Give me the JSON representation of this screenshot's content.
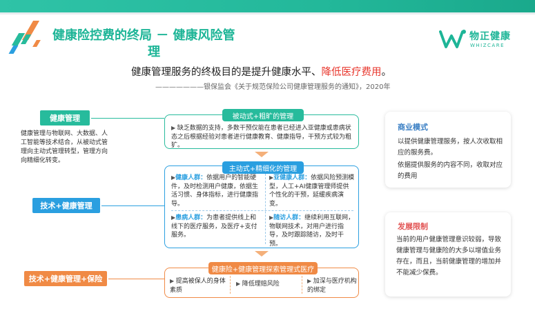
{
  "header": {
    "title": "健康险控费的终局 － 健康风险管理",
    "title_line1": "健康险控费的终局 － 健康风险管",
    "title_line2": "理",
    "brand_cn": "物正健康",
    "brand_en": "WHIZCARE"
  },
  "intro": {
    "subtitle_prefix": "健康管理服务的终极目的是提升健康水平、",
    "subtitle_highlight": "降低医疗费用",
    "subtitle_suffix": "。",
    "citation": "———————银保监会《关于规范保险公司健康管理服务的通知》，2020年"
  },
  "left": {
    "label1": "健康管理",
    "desc": "健康管理与物联网、大数据、人工智能等技术结合，从被动式管理向主动式管理转型，管理方向向精细化转变。",
    "label2": "技术+健康管理",
    "label3": "技术+健康管理+保险"
  },
  "stage1": {
    "head": "被动式+粗旷的管理",
    "text": "缺乏数据的支持，多数干预仅能在患者已经进入亚健康或患病状态之后根据经验对患者进行健康教育、健康指导，干预方式较为粗犷。"
  },
  "stage2": {
    "head": "主动式+精细化的管理",
    "items": [
      {
        "key": "健康人群：",
        "text": "依据用户的智能硬件，及时检测用户健康，依据生活习惯、身体指标，进行健康指导。"
      },
      {
        "key": "亚健康人群：",
        "text": "依据风险预测模型，人工+AI健康管理师提供个性化的干预，延缓疾病演变。"
      },
      {
        "key": "患病人群：",
        "text": "为患者提供线上和线下的医疗服务，及医疗+支付服务。"
      },
      {
        "key": "随访人群：",
        "text": "继续利用互联网，物联网技术，对用户进行指导，及时跟踪随访，及时干预。"
      }
    ]
  },
  "stage3": {
    "head": "健康险+健康管理探索管理式医疗",
    "items": [
      "提高被保人的身体素质",
      "降低理赔风险",
      "加深与医疗机构的绑定"
    ]
  },
  "business": {
    "title": "商业模式",
    "p1": "以提供健康管理服务，按人次收取相应的服务费。",
    "p2": "依据提供服务的内容不同，收取对应的费用"
  },
  "limits": {
    "title": "发展限制",
    "p1": "当前的用户健康管理意识较弱，导致健康管理与健康险的大多以增值业务存在，而且，当前健康管理的增加并不能减少保费。"
  },
  "colors": {
    "teal": "#1db597",
    "blue": "#2a9fe0",
    "orange": "#f08a45",
    "red": "#e8352b",
    "limit_red": "#e25555",
    "biz_blue": "#3a7fc4"
  }
}
